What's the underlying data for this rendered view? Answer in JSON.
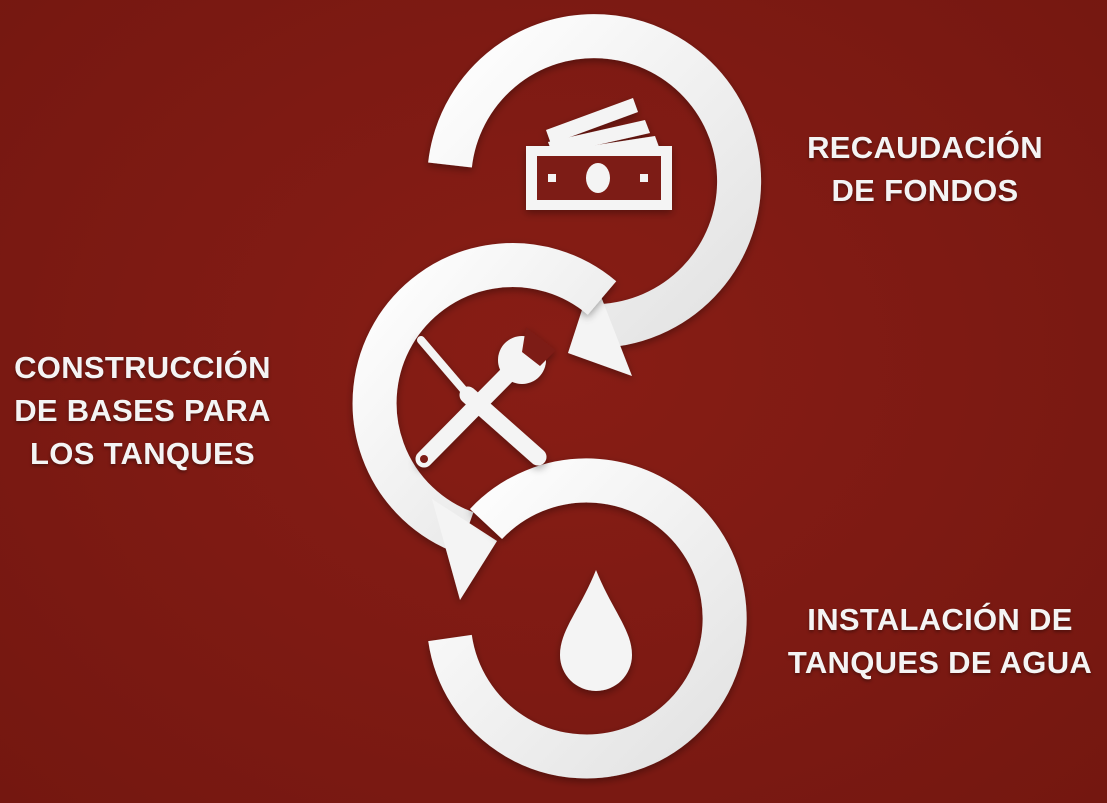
{
  "steps": [
    {
      "icon": "money-icon",
      "label_lines": [
        "RECAUDACIÓN",
        "DE FONDOS"
      ]
    },
    {
      "icon": "tools-icon",
      "label_lines": [
        "CONSTRUCCIÓN",
        "DE BASES PARA",
        "LOS TANQUES"
      ]
    },
    {
      "icon": "water-drop-icon",
      "label_lines": [
        "INSTALACIÓN DE",
        "TANQUES DE AGUA"
      ]
    }
  ],
  "colors": {
    "background": "#7d1a13",
    "foreground": "#f4f4f4"
  }
}
